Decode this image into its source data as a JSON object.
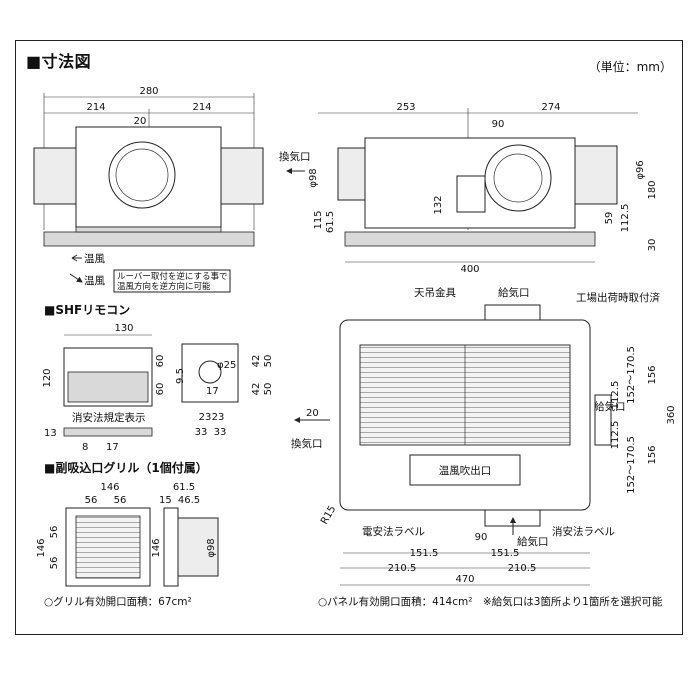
{
  "header": {
    "title": "■寸法図",
    "unit": "（単位：mm）"
  },
  "top_view": {
    "dims": {
      "total_width": "280",
      "left": "214",
      "right": "214",
      "offset": "20"
    },
    "notes": {
      "warm_air_1": "温風",
      "warm_air_2": "温風",
      "louver_note_1": "ルーバー取付を逆にする事で",
      "louver_note_2": "温風方向を逆方向に可能"
    }
  },
  "side_view": {
    "dims": {
      "left": "253",
      "right": "274",
      "duct_offset": "90",
      "duct_dia": "φ98",
      "duct_dia2": "φ96",
      "h_132": "132",
      "h_115": "115",
      "h_61_5": "61.5",
      "h_59": "59",
      "h_112_5": "112.5",
      "h_180": "180",
      "h_30": "30",
      "bottom": "400"
    },
    "labels": {
      "exhaust": "換気口"
    }
  },
  "remote": {
    "title": "■SHFリモコン",
    "dims": {
      "width": "130",
      "height": "120",
      "depth": "13",
      "d8": "8",
      "d17": "17",
      "h60a": "60",
      "h60b": "60",
      "d9_5": "9.5",
      "dia25": "φ25",
      "d17b": "17",
      "d42a": "42",
      "d42b": "42",
      "d50a": "50",
      "d50b": "50",
      "d23a": "23",
      "d23b": "23",
      "d33a": "33",
      "d33b": "33"
    },
    "labels": {
      "fire_law": "消安法規定表示"
    }
  },
  "grille": {
    "title": "■副吸込口グリル（1個付属）",
    "dims": {
      "w146": "146",
      "w56a": "56",
      "w56b": "56",
      "h146": "146",
      "h56a": "56",
      "h56b": "56",
      "d61_5": "61.5",
      "d46_5": "46.5",
      "d15": "15",
      "d146b": "146",
      "dia98": "φ98"
    },
    "note": "○グリル有効開口面積：67cm²"
  },
  "plan_view": {
    "labels": {
      "hanger": "天吊金具",
      "supply_top": "給気口",
      "factory": "工場出荷時取付済",
      "supply_right": "給気口",
      "exhaust": "換気口",
      "warm_outlet": "温風吹出口",
      "elec_label": "電安法ラベル",
      "supply_bottom": "給気口",
      "fire_label": "消安法ラベル",
      "r15": "R15"
    },
    "dims": {
      "d20": "20",
      "d90": "90",
      "d151_5a": "151.5",
      "d151_5b": "151.5",
      "d210_5a": "210.5",
      "d210_5b": "210.5",
      "d470": "470",
      "d112_5a": "112.5",
      "d112_5b": "112.5",
      "d152a": "152～170.5",
      "d152b": "152～170.5",
      "d156a": "156",
      "d156b": "156",
      "d360": "360"
    },
    "note": "○パネル有効開口面積：414cm²　※給気口は3箇所より1箇所を選択可能"
  },
  "colors": {
    "line": "#222222",
    "fill": "#ededed",
    "dark": "#111111"
  }
}
